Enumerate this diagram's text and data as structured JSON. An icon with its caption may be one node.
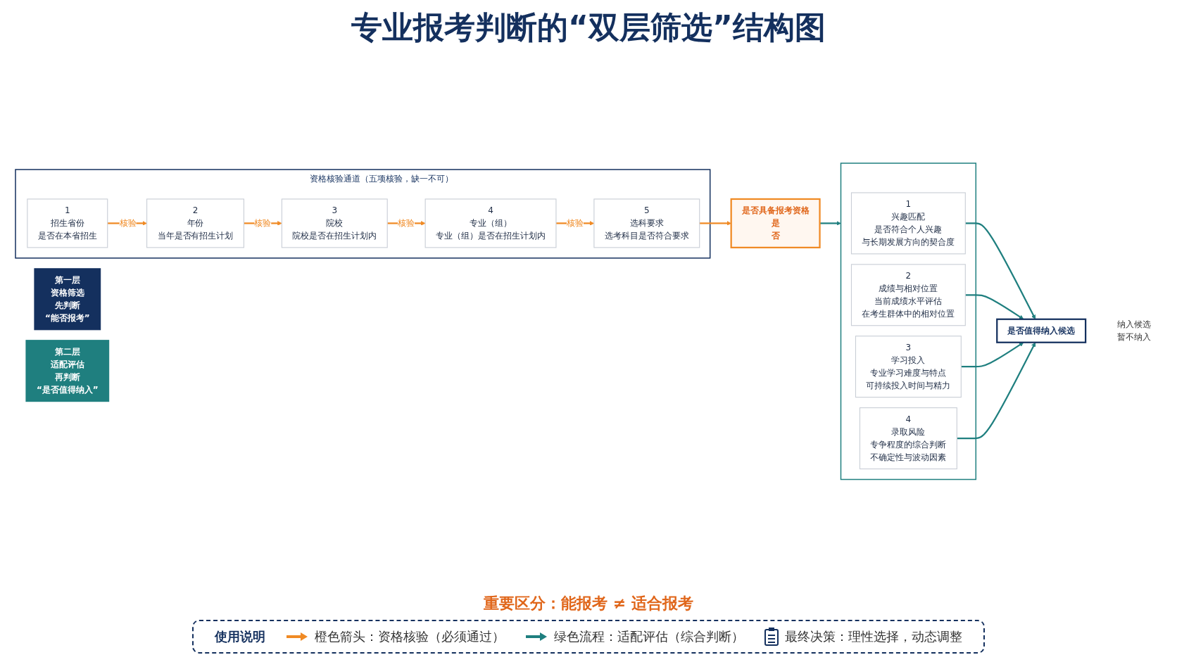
{
  "diagram": {
    "title": "专业报考判断的“双层筛选”结构图",
    "nodes": [
      {
        "text": [
          "第一层",
          "资格筛选",
          "先判断",
          "“能否报考”"
        ]
      },
      {
        "text": [
          "资格核验通道（五项核验，缺一不可）"
        ]
      },
      {
        "text": [
          "1",
          "招生省份",
          "是否在本省招生"
        ],
        "in": 1
      },
      {
        "text": [
          "2",
          "年份",
          "当年是否有招生计划"
        ],
        "in": 1
      },
      {
        "text": [
          "3",
          "院校",
          "院校是否在招生计划内"
        ],
        "in": 1
      },
      {
        "text": [
          "4",
          "专业（组）",
          "专业（组）是否在招生计划内"
        ],
        "in": 1
      },
      {
        "text": [
          "5",
          "选科要求",
          "选考科目是否符合要求"
        ],
        "in": 1
      },
      {
        "text": [
          "是否具备报考资格",
          "是",
          "否"
        ]
      },
      {
        "text": [
          "第二层",
          "适配评估",
          "再判断",
          "“是否值得纳入”"
        ]
      },
      {
        "text": [],
        "shape": "box"
      },
      {
        "text": [
          "1",
          "兴趣匹配",
          "是否符合个人兴趣",
          "与长期发展方向的契合度"
        ],
        "in": 9
      },
      {
        "text": [
          "2",
          "成绩与相对位置",
          "当前成绩水平评估",
          "在考生群体中的相对位置"
        ],
        "in": 9
      },
      {
        "text": [
          "3",
          "学习投入",
          "专业学习难度与特点",
          "可持续投入时间与精力"
        ],
        "in": 9
      },
      {
        "text": [
          "4",
          "录取风险",
          "专争程度的综合判断",
          "不确定性与波动因素"
        ],
        "in": 9
      },
      {
        "text": [
          "是否值得纳入候选"
        ],
        "beside": [
          "纳入候选",
          "暂不纳入"
        ]
      }
    ],
    "edges": [
      {
        "from": 2,
        "to": 3,
        "arrow": "to",
        "label": "核验",
        "color": "#f08a24"
      },
      {
        "from": 3,
        "to": 4,
        "arrow": "to",
        "label": "核验",
        "color": "#f08a24"
      },
      {
        "from": 4,
        "to": 5,
        "arrow": "to",
        "label": "核验",
        "color": "#f08a24"
      },
      {
        "from": 5,
        "to": 6,
        "arrow": "to",
        "label": "核验",
        "color": "#f08a24"
      },
      {
        "from": 6,
        "to": 7,
        "arrow": "to",
        "color": "#f08a24"
      },
      {
        "from": 7,
        "to": 9,
        "arrow": "to",
        "color": "#1f7f7f"
      },
      {
        "from": 10,
        "to": 14,
        "arrow": "to",
        "color": "#1f7f7f"
      },
      {
        "from": 11,
        "to": 14,
        "arrow": "to",
        "color": "#1f7f7f"
      },
      {
        "from": 12,
        "to": 14,
        "arrow": "to",
        "color": "#1f7f7f"
      },
      {
        "from": 13,
        "to": 14,
        "arrow": "to",
        "color": "#1f7f7f"
      }
    ],
    "labels": [
      "重要区分：能报考 ≠ 适合报考",
      "使用说明"
    ],
    "legend": [
      {
        "text": "橙色箭头：资格核验（必须通过）"
      },
      {
        "text": "绿色流程：适配评估（综合判断）"
      },
      {
        "text": "最终决策：理性选择，动态调整"
      }
    ]
  }
}
